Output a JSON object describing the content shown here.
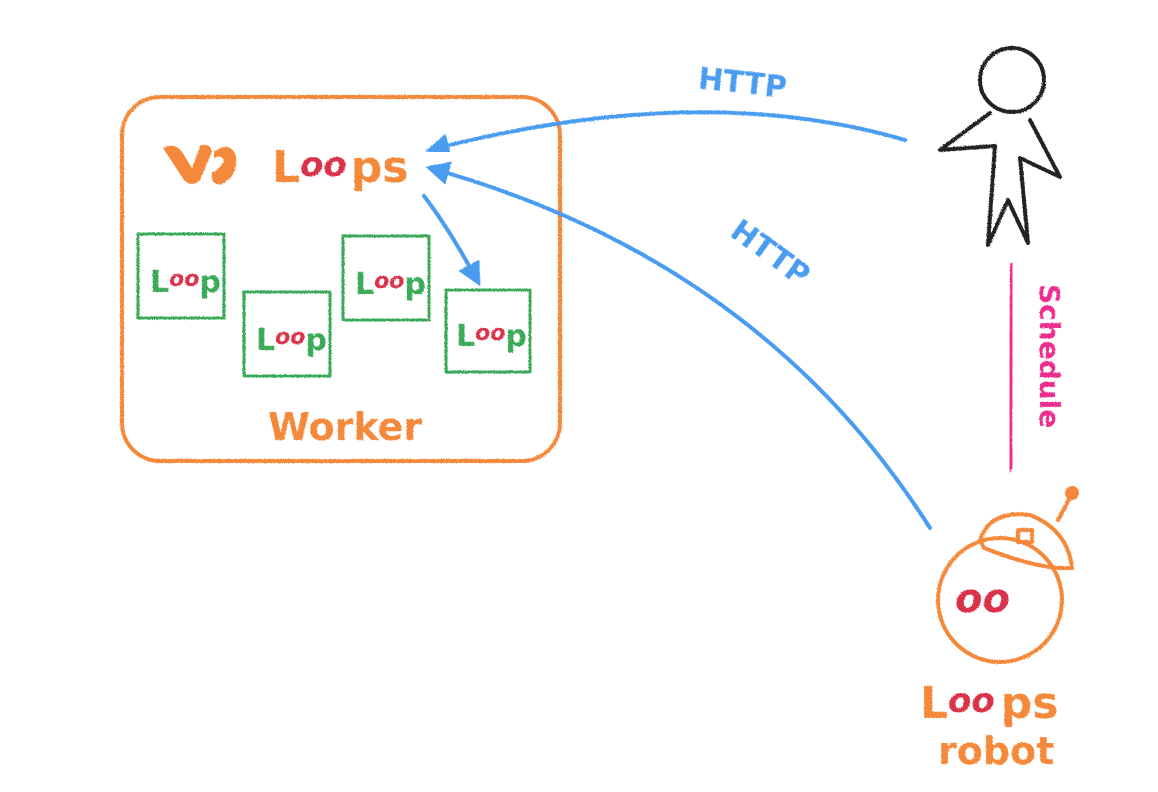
{
  "colors": {
    "orange": "#f5893a",
    "red": "#d9304a",
    "green": "#3aab5a",
    "blue": "#4a9cf0",
    "pink": "#ee2d8f",
    "black": "#222222"
  },
  "worker": {
    "label": "Worker",
    "logo_icon": "v-logo-icon",
    "title": {
      "prefix": "L",
      "oo": "oo",
      "suffix": "ps"
    },
    "loops": [
      {
        "prefix": "L",
        "oo": "oo",
        "suffix": "p"
      },
      {
        "prefix": "L",
        "oo": "oo",
        "suffix": "p"
      },
      {
        "prefix": "L",
        "oo": "oo",
        "suffix": "p"
      },
      {
        "prefix": "L",
        "oo": "oo",
        "suffix": "p"
      }
    ]
  },
  "user": {
    "icon": "person-icon"
  },
  "robot": {
    "icon": "robot-icon",
    "face": "oo",
    "name": {
      "prefix": "L",
      "oo": "oo",
      "suffix": "ps"
    },
    "subtitle": "robot"
  },
  "edges": {
    "user_to_loops": "HTTP",
    "robot_to_loops": "HTTP",
    "user_to_robot": "Schedule"
  }
}
